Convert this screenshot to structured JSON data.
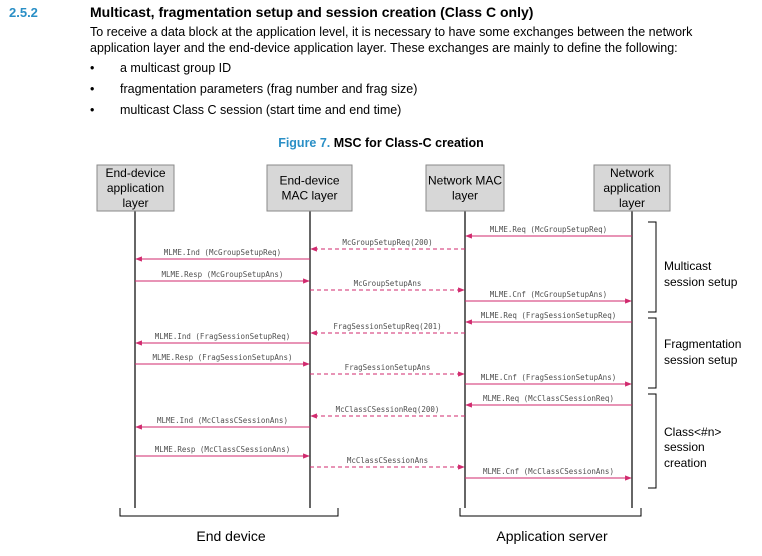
{
  "section": {
    "number": "2.5.2",
    "title": "Multicast, fragmentation setup and session creation (Class C only)",
    "intro": "To receive a data block at the application level, it is necessary to have some exchanges between the network application layer and the end-device application layer. These exchanges are mainly to define the following:",
    "bullets": [
      "a multicast group ID",
      "fragmentation parameters (frag number and frag size)",
      "multicast Class C session (start time and end time)"
    ]
  },
  "figure": {
    "number": "Figure 7.",
    "title": "MSC for Class-C creation"
  },
  "entities": [
    [
      "End-device",
      "application",
      "layer"
    ],
    [
      "End-device",
      "MAC layer"
    ],
    [
      "Network MAC",
      "layer"
    ],
    [
      "Network",
      "application",
      "layer"
    ]
  ],
  "messages": [
    {
      "label": "MLME.Req (McGroupSetupReq)",
      "from": 3,
      "to": 2,
      "style": "solid",
      "color": "#d12a6e"
    },
    {
      "label": "McGroupSetupReq(200)",
      "from": 2,
      "to": 1,
      "style": "dashed",
      "color": "#d12a6e"
    },
    {
      "label": "MLME.Ind (McGroupSetupReq)",
      "from": 1,
      "to": 0,
      "style": "solid",
      "color": "#d12a6e"
    },
    {
      "label": "MLME.Resp (McGroupSetupAns)",
      "from": 0,
      "to": 1,
      "style": "solid",
      "color": "#d12a6e"
    },
    {
      "label": "McGroupSetupAns",
      "from": 1,
      "to": 2,
      "style": "dashed",
      "color": "#d12a6e"
    },
    {
      "label": "MLME.Cnf (McGroupSetupAns)",
      "from": 2,
      "to": 3,
      "style": "solid",
      "color": "#d12a6e"
    },
    {
      "label": "MLME.Req (FragSessionSetupReq)",
      "from": 3,
      "to": 2,
      "style": "solid",
      "color": "#d12a6e"
    },
    {
      "label": "FragSessionSetupReq(201)",
      "from": 2,
      "to": 1,
      "style": "dashed",
      "color": "#d12a6e"
    },
    {
      "label": "MLME.Ind (FragSessionSetupReq)",
      "from": 1,
      "to": 0,
      "style": "solid",
      "color": "#d12a6e"
    },
    {
      "label": "MLME.Resp (FragSessionSetupAns)",
      "from": 0,
      "to": 1,
      "style": "solid",
      "color": "#d12a6e"
    },
    {
      "label": "FragSessionSetupAns",
      "from": 1,
      "to": 2,
      "style": "dashed",
      "color": "#d12a6e"
    },
    {
      "label": "MLME.Cnf (FragSessionSetupAns)",
      "from": 2,
      "to": 3,
      "style": "solid",
      "color": "#d12a6e"
    },
    {
      "label": "MLME.Req (McClassCSessionReq)",
      "from": 3,
      "to": 2,
      "style": "solid",
      "color": "#d12a6e"
    },
    {
      "label": "McClassCSessionReq(200)",
      "from": 2,
      "to": 1,
      "style": "dashed",
      "color": "#d12a6e"
    },
    {
      "label": "MLME.Ind (McClassCSessionAns)",
      "from": 1,
      "to": 0,
      "style": "solid",
      "color": "#d12a6e"
    },
    {
      "label": "MLME.Resp (McClassCSessionAns)",
      "from": 0,
      "to": 1,
      "style": "solid",
      "color": "#d12a6e"
    },
    {
      "label": "McClassCSessionAns",
      "from": 1,
      "to": 2,
      "style": "dashed",
      "color": "#d12a6e"
    },
    {
      "label": "MLME.Cnf (McClassCSessionAns)",
      "from": 2,
      "to": 3,
      "style": "solid",
      "color": "#d12a6e"
    }
  ],
  "phases": [
    {
      "label": [
        "Multicast",
        "session setup"
      ]
    },
    {
      "label": [
        "Fragmentation",
        "session setup"
      ]
    },
    {
      "label": [
        "Class<#n>",
        "session",
        "creation"
      ]
    }
  ],
  "groups": [
    "End device",
    "Application server"
  ],
  "colors": {
    "accent_blue": "#2a8fc6",
    "arrow": "#d12a6e"
  }
}
